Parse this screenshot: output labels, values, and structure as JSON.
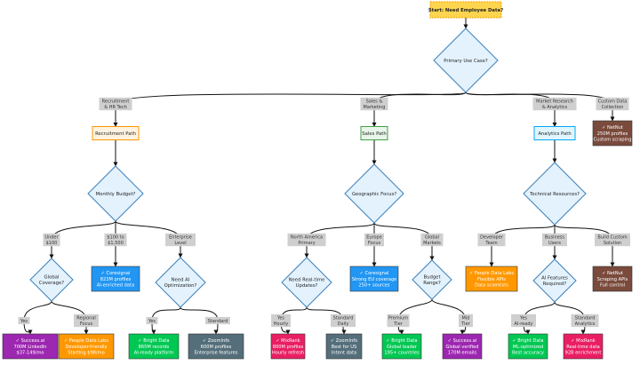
{
  "start": {
    "label": "Start: Need Employee Data?"
  },
  "decisions": {
    "primary": {
      "lines": [
        "Primary Use Case?"
      ]
    },
    "budget": {
      "lines": [
        "Monthly Budget?"
      ]
    },
    "coverage": {
      "lines": [
        "Global",
        "Coverage?"
      ]
    },
    "ai": {
      "lines": [
        "Need AI",
        "Optimization?"
      ]
    },
    "geo": {
      "lines": [
        "Geographic Focus?"
      ]
    },
    "realtime": {
      "lines": [
        "Need Real-time",
        "Updates?"
      ]
    },
    "range": {
      "lines": [
        "Budget",
        "Range?"
      ]
    },
    "tech": {
      "lines": [
        "Technical Resources?"
      ]
    },
    "aifeat": {
      "lines": [
        "AI Features",
        "Required?"
      ]
    }
  },
  "paths": {
    "recruit": {
      "label": "Recruitment Path"
    },
    "sales": {
      "label": "Sales Path"
    },
    "analytics": {
      "label": "Analytics Path"
    }
  },
  "edge_labels": {
    "e_recruit": [
      "Recruitment",
      "& HR Tech"
    ],
    "e_sales": [
      "Sales &",
      "Marketing"
    ],
    "e_market": [
      "Market Research",
      "& Analytics"
    ],
    "e_custom": [
      "Custom Data",
      "Collection"
    ],
    "e_under": [
      "Under",
      "$100"
    ],
    "e_mid": [
      "$100 to",
      "$1,500"
    ],
    "e_ent": [
      "Enterprise",
      "Level"
    ],
    "e_cov_yes": [
      "Yes"
    ],
    "e_regional": [
      "Regional",
      "Focus"
    ],
    "e_ai_yes": [
      "Yes"
    ],
    "e_standard": [
      "Standard"
    ],
    "e_na": [
      "North America",
      "Primary"
    ],
    "e_eu": [
      "Europe",
      "Focus"
    ],
    "e_global": [
      "Global",
      "Markets"
    ],
    "e_hourly": [
      "Yes",
      "Hourly"
    ],
    "e_daily": [
      "Standard",
      "Daily"
    ],
    "e_premium": [
      "Premium",
      "Tier"
    ],
    "e_midtier": [
      "Mid",
      "Tier"
    ],
    "e_dev": [
      "Developer",
      "Team"
    ],
    "e_biz": [
      "Business",
      "Users"
    ],
    "e_build": [
      "Build Custom",
      "Solution"
    ],
    "e_af_yes": [
      "Yes",
      "AI-ready"
    ],
    "e_std_an": [
      "Standard",
      "Analytics"
    ]
  },
  "leaves": {
    "netnut_top": {
      "lines": [
        "✓ NetNut",
        "250M profiles",
        "Custom scraping"
      ],
      "color": "#7a4a3c"
    },
    "coresignal1": {
      "lines": [
        "✓ Coresignal",
        "823M profiles",
        "AI-enriched data"
      ],
      "color": "#2196f3"
    },
    "coresignal2": {
      "lines": [
        "✓ Coresignal",
        "Strong EU coverage",
        "250+ sources"
      ],
      "color": "#2196f3"
    },
    "pdl_dev": {
      "lines": [
        "✓ People Data Labs",
        "Flexible APIs",
        "Data scientists"
      ],
      "color": "#ff9800"
    },
    "netnut_low": {
      "lines": [
        "✓ NetNut",
        "Scraping APIs",
        "Full control"
      ],
      "color": "#7a4a3c"
    },
    "success1": {
      "lines": [
        "✓ Success.ai",
        "700M LinkedIn",
        "$37-149/mo"
      ],
      "color": "#9c27b0"
    },
    "pdl_reg": {
      "lines": [
        "✓ People Data Labs",
        "Developer-friendly",
        "Starting $98/mo"
      ],
      "color": "#ff9800"
    },
    "bright1": {
      "lines": [
        "✓ Bright Data",
        "865M records",
        "AI-ready platform"
      ],
      "color": "#00c853"
    },
    "zoom1": {
      "lines": [
        "✓ ZoomInfo",
        "600M profiles",
        "Enterprise features"
      ],
      "color": "#546e7a"
    },
    "mixrank1": {
      "lines": [
        "✓ MixRank",
        "800M profiles",
        "Hourly refresh"
      ],
      "color": "#e91e63"
    },
    "zoom2": {
      "lines": [
        "✓ ZoomInfo",
        "Best for US",
        "Intent data"
      ],
      "color": "#546e7a"
    },
    "bright2": {
      "lines": [
        "✓ Bright Data",
        "Global leader",
        "195+ countries"
      ],
      "color": "#00c853"
    },
    "success2": {
      "lines": [
        "✓ Success.ai",
        "Global verified",
        "170M emails"
      ],
      "color": "#9c27b0"
    },
    "bright3": {
      "lines": [
        "✓ Bright Data",
        "ML-optimized",
        "Best accuracy"
      ],
      "color": "#00c853"
    },
    "mixrank2": {
      "lines": [
        "✓ MixRank",
        "Real-time data",
        "92B enrichment"
      ],
      "color": "#e91e63"
    }
  },
  "colors": {
    "start_fill": "#ffd54f",
    "start_stroke": "#f0a500",
    "decision_fill": "#e3f2fd",
    "decision_stroke": "#3d7fb8",
    "recruit_fill": "#fff3e0",
    "recruit_stroke": "#ff9800",
    "sales_fill": "#e8f5e9",
    "sales_stroke": "#43a047",
    "analytics_fill": "#e1f5fe",
    "analytics_stroke": "#03a9f4"
  }
}
